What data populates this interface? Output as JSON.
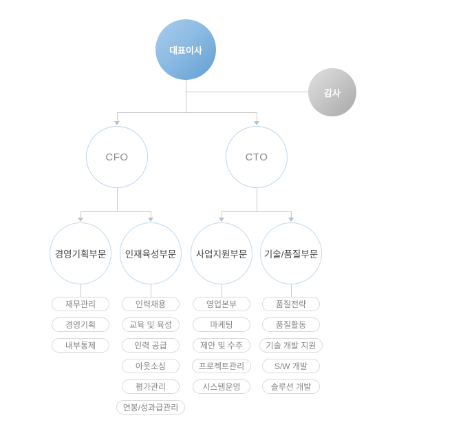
{
  "org_chart": {
    "title_note": "company organization chart",
    "ceo": {
      "label": "대표이사"
    },
    "auditor": {
      "label": "감사"
    },
    "executives": [
      {
        "label": "CFO"
      },
      {
        "label": "CTO"
      }
    ],
    "divisions": [
      {
        "label": "경영기획부문",
        "parent": "CFO",
        "teams": [
          "재무관리",
          "경영기획",
          "내부통제"
        ]
      },
      {
        "label": "인재육성부문",
        "parent": "CFO",
        "teams": [
          "인력채용",
          "교육 및 육성",
          "인력 공급",
          "아웃소싱",
          "평가관리",
          "연봉/성과급관리"
        ]
      },
      {
        "label": "사업지원부문",
        "parent": "CTO",
        "teams": [
          "영업본부",
          "마케팅",
          "제안 및 수주",
          "프로젝트관리",
          "시스템운영"
        ]
      },
      {
        "label": "기술/품질부문",
        "parent": "CTO",
        "teams": [
          "품질전략",
          "품질활동",
          "기술 개발 지원",
          "S/W 개발",
          "솔루션 개발"
        ]
      }
    ],
    "colors": {
      "ceo_gradient_start": "#aacdeb",
      "ceo_gradient_end": "#649ed3",
      "auditor_gradient_start": "#e0e0e0",
      "auditor_gradient_end": "#a7a7a7",
      "circle_border_blue": "#bdd6ee",
      "connector_line": "#cacaca",
      "pill_border": "#d9d9d9",
      "pill_text": "#858585",
      "division_text": "#444444",
      "background": "#ffffff"
    }
  }
}
